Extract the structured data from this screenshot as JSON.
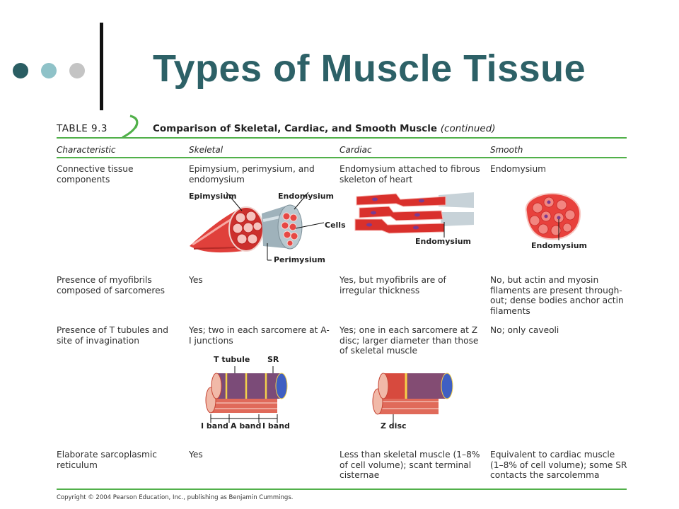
{
  "slide": {
    "title": "Types of Muscle Tissue",
    "accent": "#2d6167",
    "bullet_colors": [
      "#2a5e63",
      "#8fc2c8",
      "#c4c4c4"
    ]
  },
  "table": {
    "number": "TABLE 9.3",
    "title": "Comparison of Skeletal, Cardiac, and Smooth Muscle",
    "title_note": "(continued)",
    "rule_color": "#51b04a",
    "headers": [
      "Characteristic",
      "Skeletal",
      "Cardiac",
      "Smooth"
    ],
    "rows": [
      {
        "characteristic": "Connective tissue components",
        "skeletal": "Epimysium, perimysium, and endomysium",
        "cardiac": "Endomysium attached to fibrous skeleton of heart",
        "smooth": "Endomysium"
      },
      {
        "characteristic": "Presence of myofibrils composed of sarcomeres",
        "skeletal": "Yes",
        "cardiac": "Yes, but myofibrils are of irregular thickness",
        "smooth": "No, but actin and myosin filaments are present through-out; dense bodies anchor actin filaments"
      },
      {
        "characteristic": "Presence of T tubules and site of invagination",
        "skeletal": "Yes; two in each sarcomere at A-I junctions",
        "cardiac": "Yes; one in each sarcomere at Z disc; larger diameter than those of skeletal muscle",
        "smooth": "No; only caveoli"
      },
      {
        "characteristic": "Elaborate sarcoplasmic reticulum",
        "skeletal": "Yes",
        "cardiac": "Less than skeletal muscle (1–8% of cell volume); scant terminal cisternae",
        "smooth": "Equivalent to cardiac muscle (1–8% of cell volume); some SR contacts the sarcolemma"
      }
    ],
    "figure_labels": {
      "epimysium": "Epimysium",
      "endomysium": "Endomysium",
      "cells": "Cells",
      "perimysium": "Perimysium",
      "cardiac_endomysium": "Endomysium",
      "smooth_endomysium": "Endomysium",
      "t_tubule": "T tubule",
      "sr": "SR",
      "i_band_left": "I band",
      "a_band": "A band",
      "i_band_right": "I band",
      "z_disc": "Z disc"
    },
    "copyright": "Copyright © 2004 Pearson Education, Inc., publishing as Benjamin Cummings."
  }
}
